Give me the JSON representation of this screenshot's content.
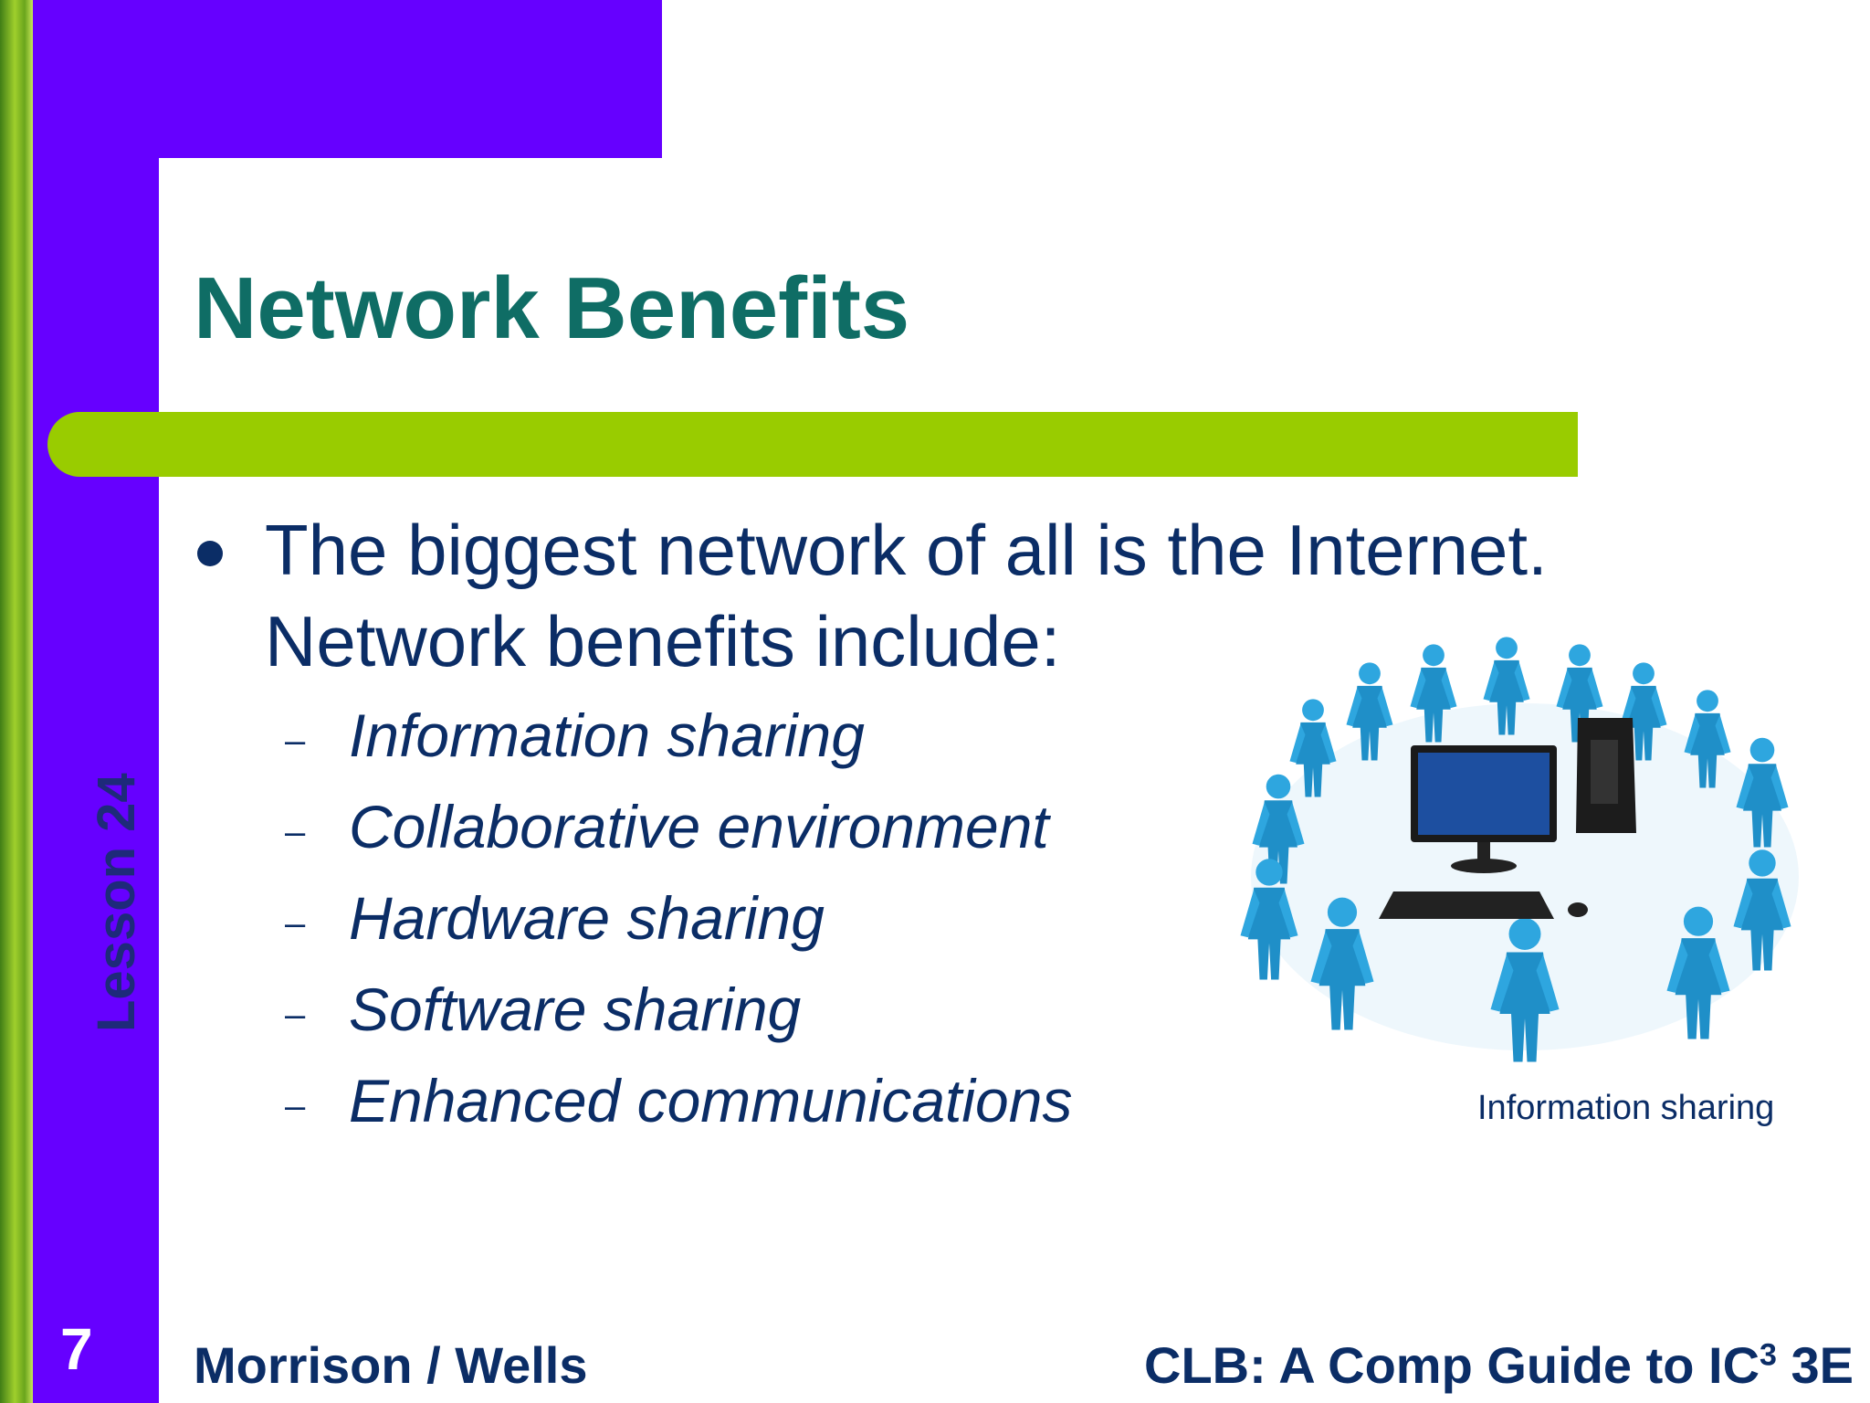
{
  "slide": {
    "title": "Network Benefits",
    "bullet": "The biggest network of all is the Internet. Network benefits include:",
    "dash": "–",
    "sub_items": [
      "Information sharing",
      "Collaborative environment",
      "Hardware sharing",
      "Software sharing",
      "Enhanced communications"
    ],
    "image_caption": "Information sharing",
    "side_label": "Lesson 24",
    "slide_number": "7"
  },
  "footer": {
    "left": "Morrison / Wells",
    "right_prefix": "CLB: A Comp Guide to IC",
    "right_superscript": "3",
    "right_suffix": " 3E"
  },
  "colors": {
    "purple": "#6600ff",
    "accent_green": "#99cc00",
    "title_teal": "#0f6d65",
    "text_navy": "#0b2d66",
    "figure_blue": "#2ea6df"
  }
}
